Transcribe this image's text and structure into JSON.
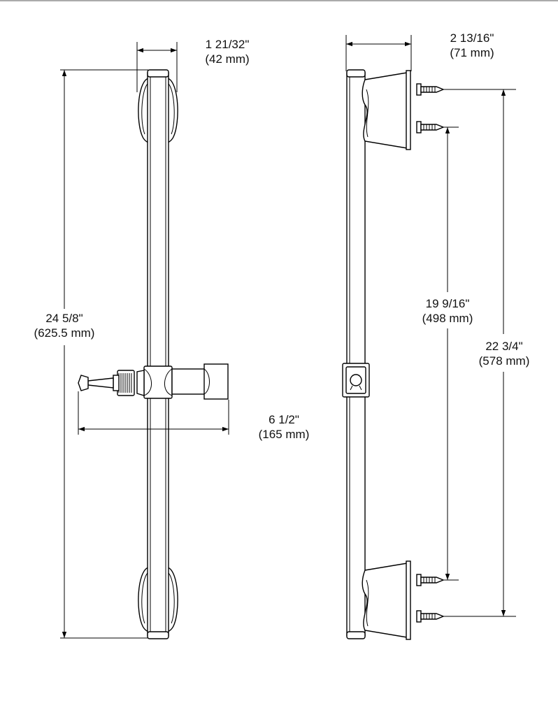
{
  "dimensions": {
    "front_bar_width": {
      "imperial": "1 21/32\"",
      "metric": "(42 mm)"
    },
    "front_overall_height": {
      "imperial": "24 5/8\"",
      "metric": "(625.5 mm)"
    },
    "slider_reach": {
      "imperial": "6 1/2\"",
      "metric": "(165 mm)"
    },
    "side_depth": {
      "imperial": "2 13/16\"",
      "metric": "(71 mm)"
    },
    "mount_inner_span": {
      "imperial": "19 9/16\"",
      "metric": "(498 mm)"
    },
    "mount_outer_span": {
      "imperial": "22 3/4\"",
      "metric": "(578 mm)"
    }
  },
  "colors": {
    "line": "#000000",
    "background": "#ffffff"
  }
}
